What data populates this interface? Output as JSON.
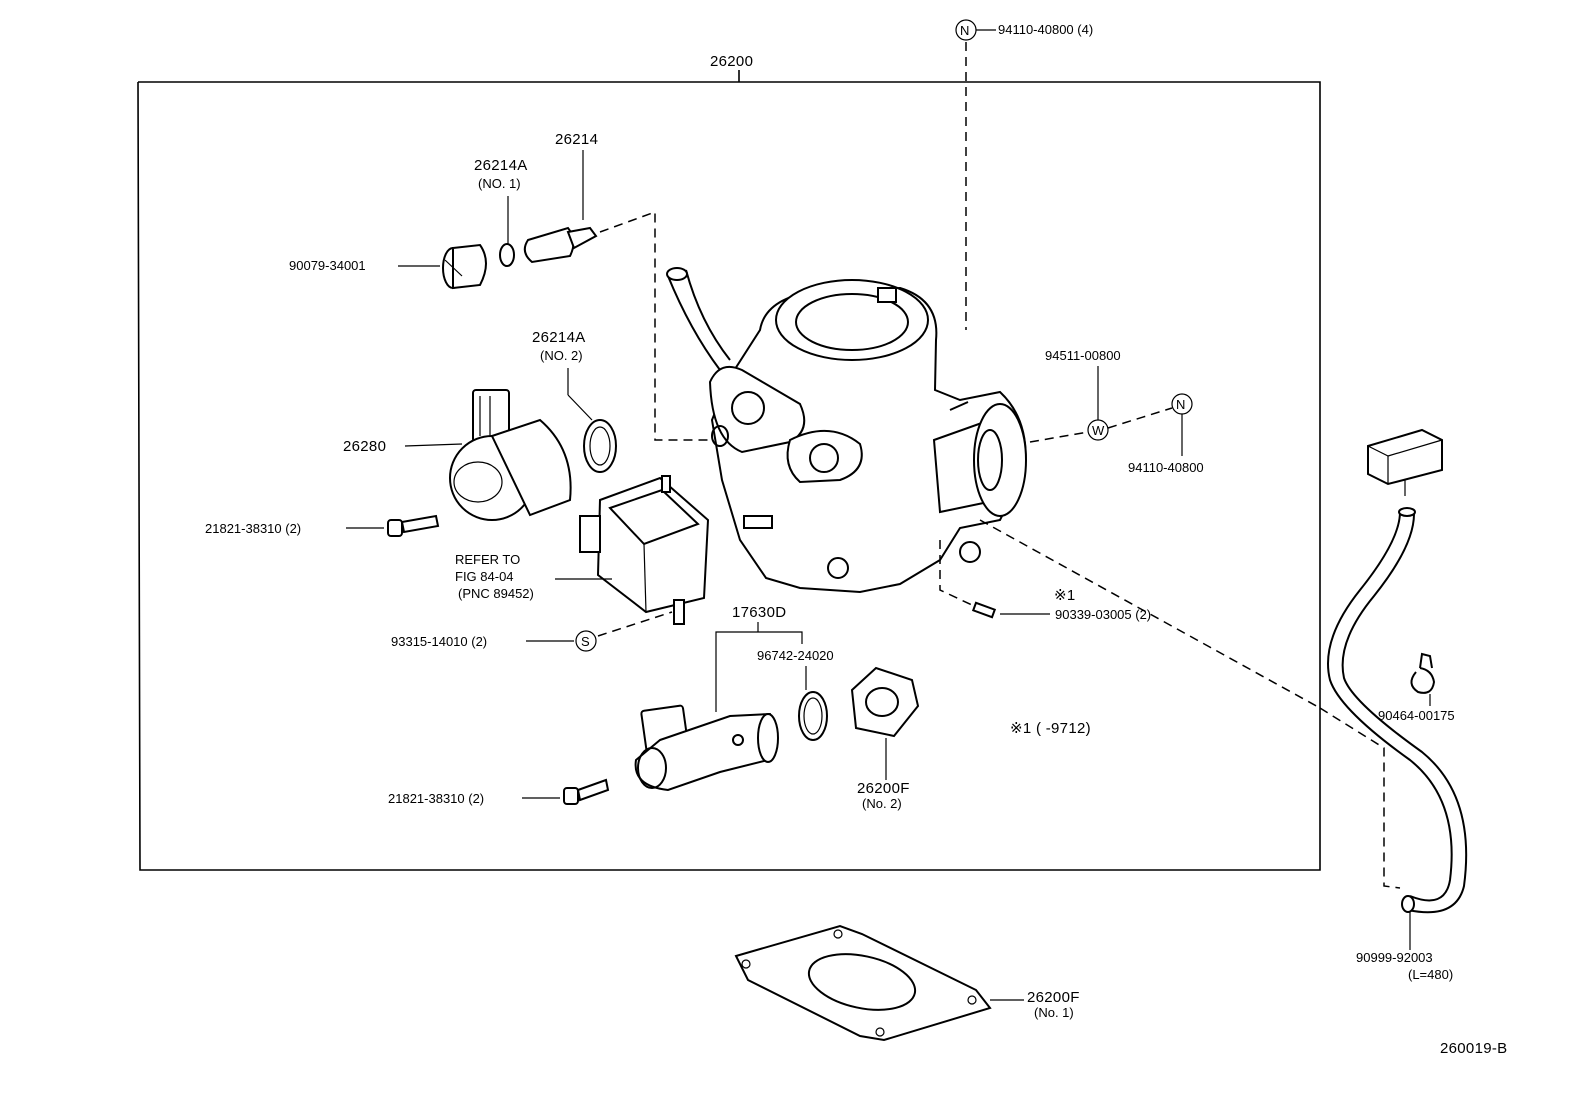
{
  "diagram": {
    "assembly_label": "26200",
    "figure_id": "260019-B",
    "note": "※1  (    -9712)",
    "callouts": {
      "n_bolt_top": "94110-40800 (4)",
      "symbol_n": "N",
      "symbol_w": "W",
      "symbol_s": "S",
      "sensor": "26214",
      "oring_no1": "26214A",
      "oring_no1_sub": "(NO. 1)",
      "plug": "90079-34001",
      "oring_no2": "26214A",
      "oring_no2_sub": "(NO. 2)",
      "valve": "26280",
      "screw_valve": "21821-38310 (2)",
      "refer_line1": "REFER TO",
      "refer_line2": "FIG 84-04",
      "refer_line3": "(PNC 89452)",
      "screw_s": "93315-14010 (2)",
      "washer": "94511-00800",
      "nut_right": "94110-40800",
      "pin_mark": "※1",
      "pin": "90339-03005 (2)",
      "isc_valve": "17630D",
      "oring_isc": "96742-24020",
      "gasket_no2": "26200F",
      "gasket_no2_sub": "(No. 2)",
      "screw_isc": "21821-38310 (2)",
      "clamp": "90464-00175",
      "hose": "90999-92003",
      "hose_sub": "(L=480)",
      "gasket_no1": "26200F",
      "gasket_no1_sub": "(No. 1)"
    }
  }
}
